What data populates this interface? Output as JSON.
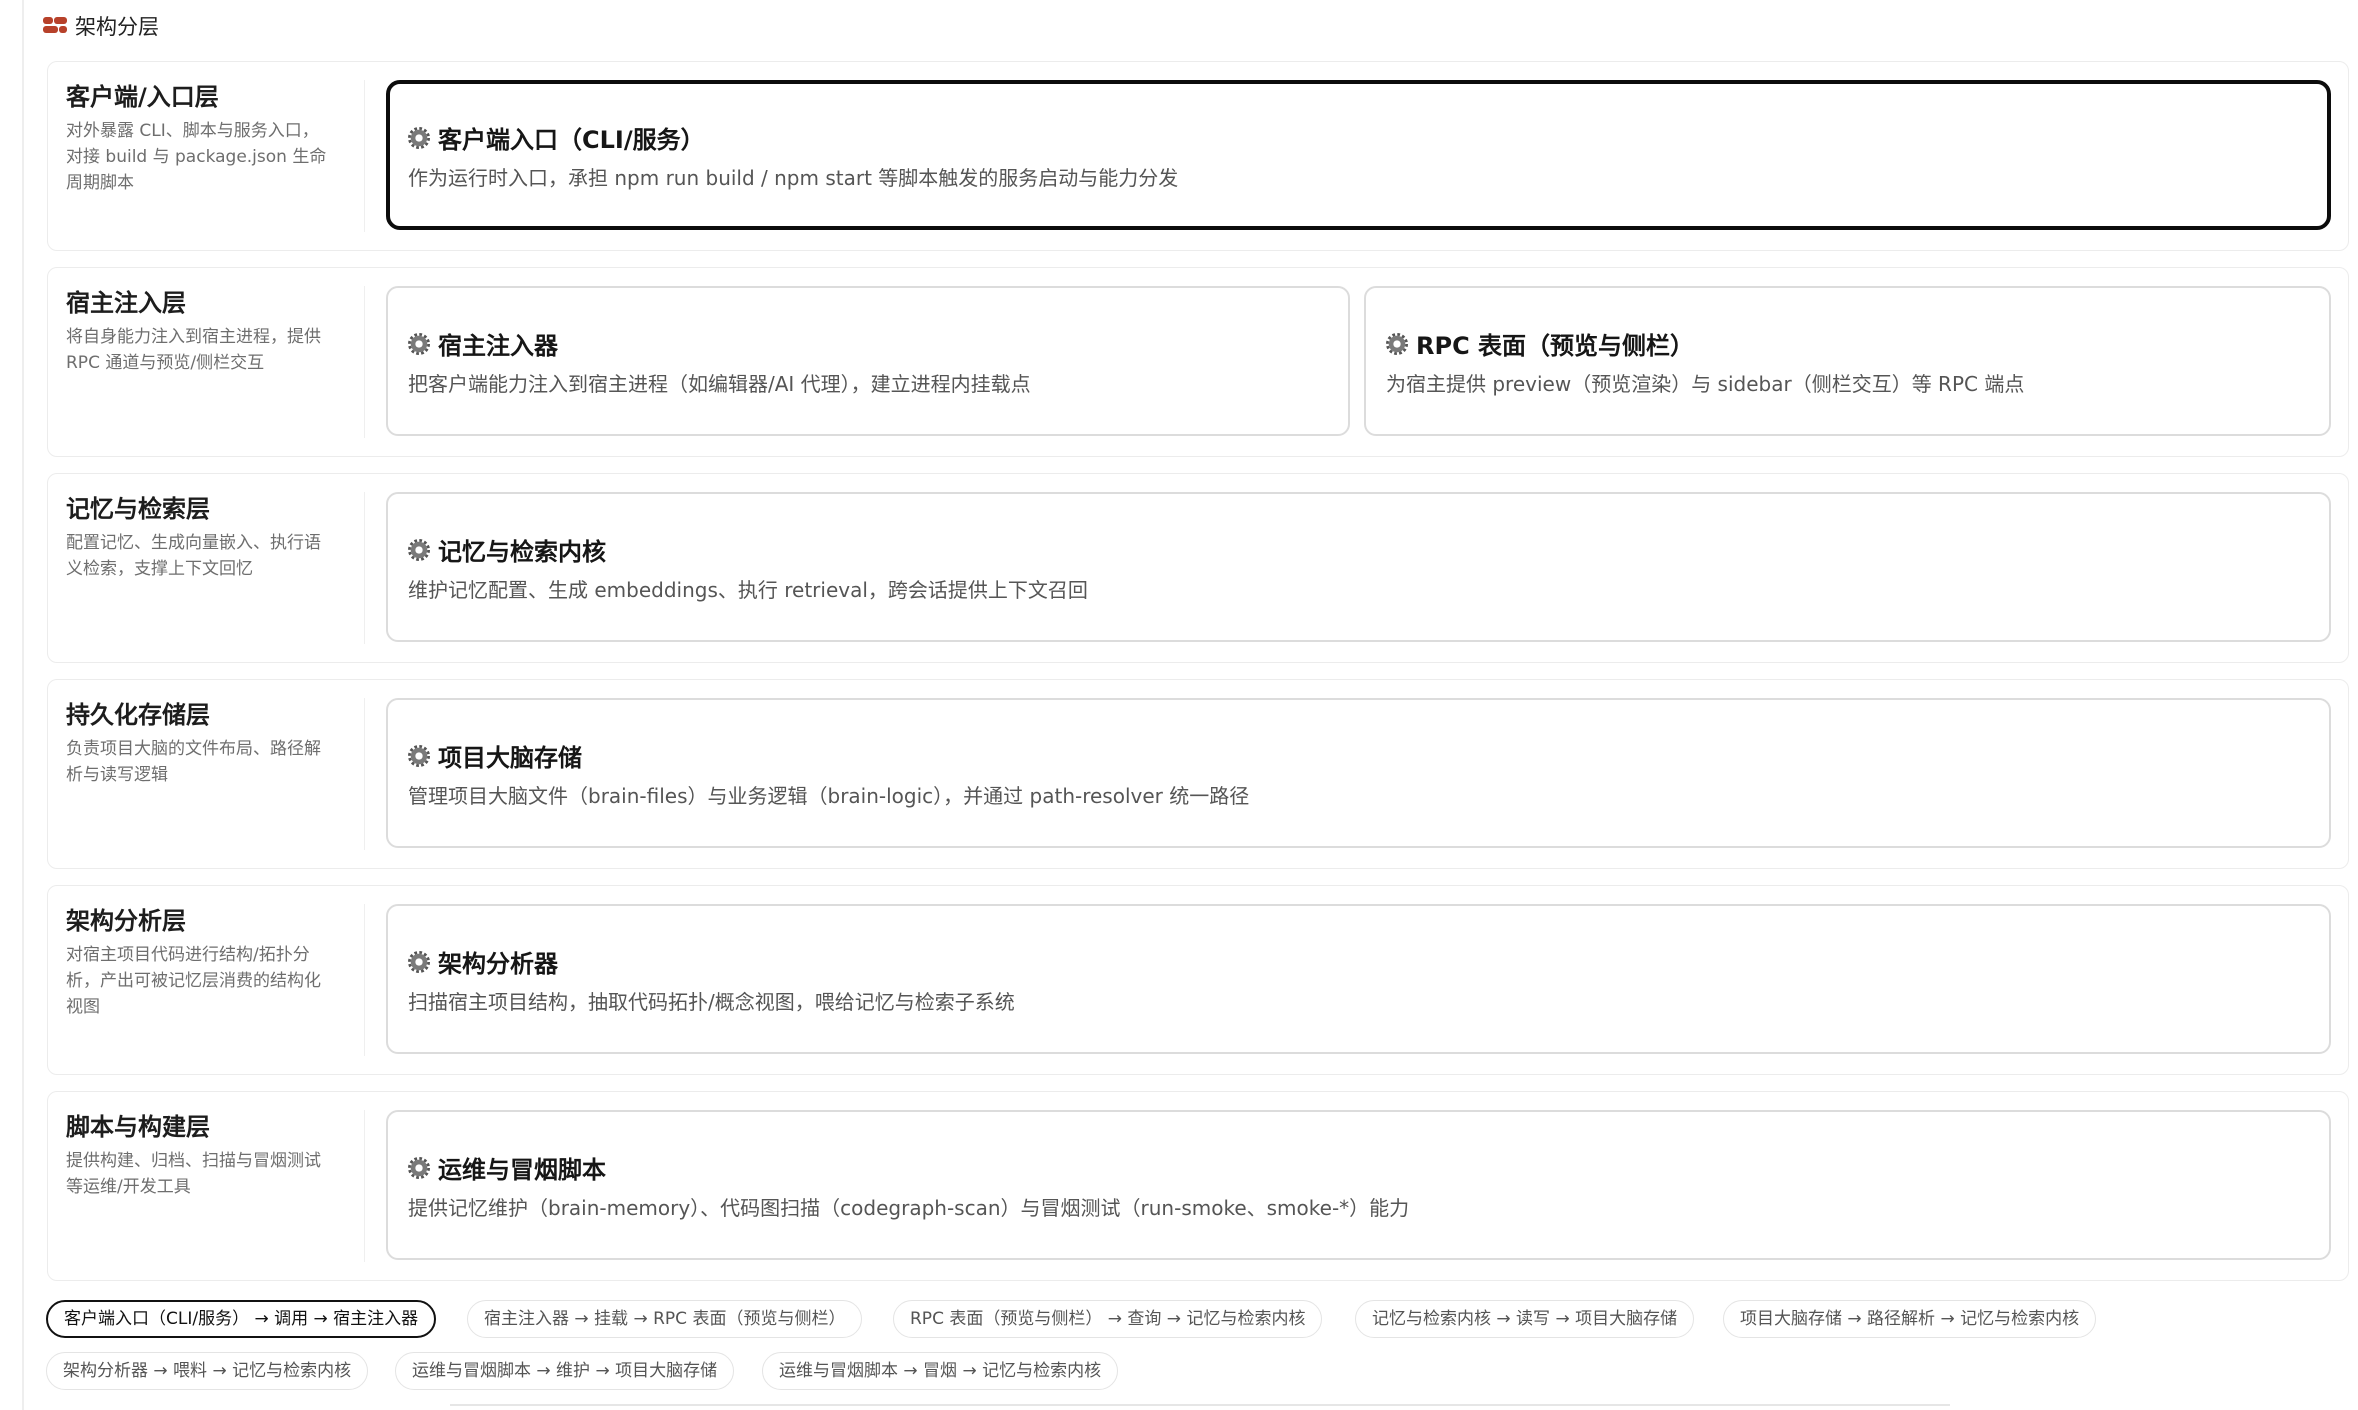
{
  "header": {
    "title": "架构分层",
    "icon": "brick-icon"
  },
  "colors": {
    "accent_border": "#0c0c0c",
    "muted_border": "#dcdcdc",
    "brick": "#b7412a"
  },
  "layers": [
    {
      "title": "客户端/入口层",
      "desc": [
        "对外暴露 CLI、脚本与服务入口，",
        "对接 build 与 package.json 生命",
        "周期脚本"
      ],
      "cards": [
        {
          "title": "客户端入口（CLI/服务）",
          "desc": "作为运行时入口，承担 npm run build / npm start 等脚本触发的服务启动与能力分发",
          "active": true
        }
      ]
    },
    {
      "title": "宿主注入层",
      "desc": [
        "将自身能力注入到宿主进程，提供",
        "RPC 通道与预览/侧栏交互"
      ],
      "cards": [
        {
          "title": "宿主注入器",
          "desc": "把客户端能力注入到宿主进程（如编辑器/AI 代理），建立进程内挂载点",
          "active": false
        },
        {
          "title": "RPC 表面（预览与侧栏）",
          "desc": "为宿主提供 preview（预览渲染）与 sidebar（侧栏交互）等 RPC 端点",
          "active": false
        }
      ]
    },
    {
      "title": "记忆与检索层",
      "desc": [
        "配置记忆、生成向量嵌入、执行语",
        "义检索，支撑上下文回忆"
      ],
      "cards": [
        {
          "title": "记忆与检索内核",
          "desc": "维护记忆配置、生成 embeddings、执行 retrieval，跨会话提供上下文召回",
          "active": false
        }
      ]
    },
    {
      "title": "持久化存储层",
      "desc": [
        "负责项目大脑的文件布局、路径解",
        "析与读写逻辑"
      ],
      "cards": [
        {
          "title": "项目大脑存储",
          "desc": "管理项目大脑文件（brain-files）与业务逻辑（brain-logic），并通过 path-resolver 统一路径",
          "active": false
        }
      ]
    },
    {
      "title": "架构分析层",
      "desc": [
        "对宿主项目代码进行结构/拓扑分",
        "析，产出可被记忆层消费的结构化",
        "视图"
      ],
      "cards": [
        {
          "title": "架构分析器",
          "desc": "扫描宿主项目结构，抽取代码拓扑/概念视图，喂给记忆与检索子系统",
          "active": false
        }
      ]
    },
    {
      "title": "脚本与构建层",
      "desc": [
        "提供构建、归档、扫描与冒烟测试",
        "等运维/开发工具"
      ],
      "cards": [
        {
          "title": "运维与冒烟脚本",
          "desc": "提供记忆维护（brain-memory）、代码图扫描（codegraph-scan）与冒烟测试（run-smoke、smoke-*）能力",
          "active": false
        }
      ]
    }
  ],
  "relations": [
    {
      "label": "客户端入口（CLI/服务） → 调用 → 宿主注入器",
      "active": true
    },
    {
      "label": "宿主注入器 → 挂载 → RPC 表面（预览与侧栏）",
      "active": false
    },
    {
      "label": "RPC 表面（预览与侧栏） → 查询 → 记忆与检索内核",
      "active": false
    },
    {
      "label": "记忆与检索内核 → 读写 → 项目大脑存储",
      "active": false
    },
    {
      "label": "项目大脑存储 → 路径解析 → 记忆与检索内核",
      "active": false
    },
    {
      "label": "架构分析器 → 喂料 → 记忆与检索内核",
      "active": false
    },
    {
      "label": "运维与冒烟脚本 → 维护 → 项目大脑存储",
      "active": false
    },
    {
      "label": "运维与冒烟脚本 → 冒烟 → 记忆与检索内核",
      "active": false
    }
  ]
}
